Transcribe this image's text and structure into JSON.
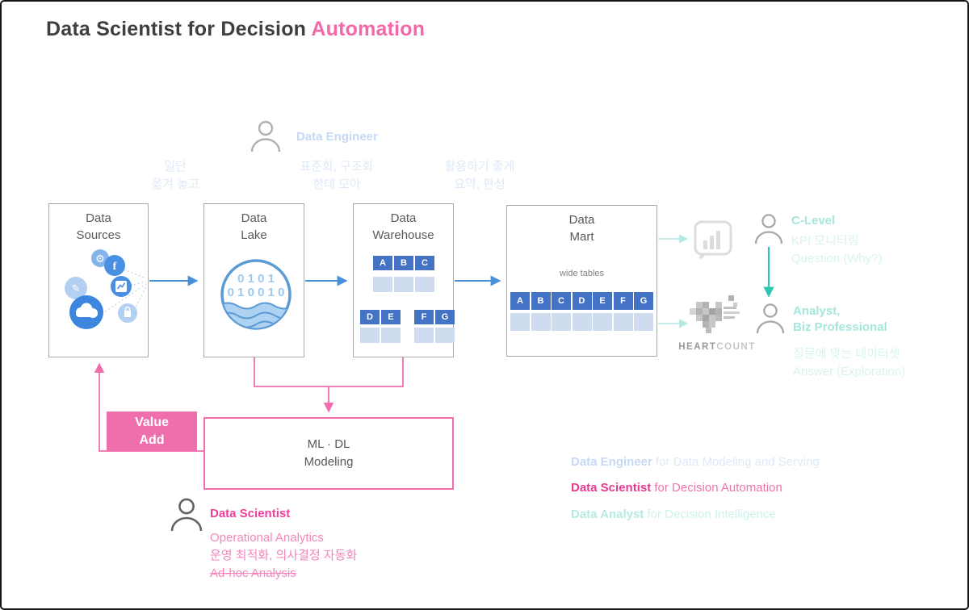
{
  "title": {
    "prefix": "Data Scientist for Decision ",
    "highlight": "Automation"
  },
  "colors": {
    "title_dark": "#3f3f3f",
    "pink": "#f06eae",
    "pink_strong": "#e83a93",
    "blue_arrow": "#4a90d9",
    "table_header_blue": "#4472c4",
    "table_cell_blue": "#cfdcf0",
    "light_blue_text": "#c6d9f4",
    "lighter_blue_text": "#dde9f8",
    "teal_text": "#a5e6dd",
    "light_teal_text": "#d8f4f0",
    "teal_arrow": "#2dc5b2",
    "light_teal_line": "#b3e9e2",
    "box_border": "#a9a9a9"
  },
  "engineer": {
    "label": "Data Engineer",
    "notes": [
      {
        "l1": "일단",
        "l2": "옮겨 놓고"
      },
      {
        "l1": "표준화, 구조화",
        "l2": "한데 모아"
      },
      {
        "l1": "활용하기 좋게",
        "l2": "요약, 편성"
      }
    ]
  },
  "pipeline": {
    "sources": {
      "t1": "Data",
      "t2": "Sources"
    },
    "lake": {
      "t1": "Data",
      "t2": "Lake",
      "b1": "0 1 0 1",
      "b2": "0 1 0 0 1 0"
    },
    "warehouse": {
      "t1": "Data",
      "t2": "Warehouse",
      "row1": [
        "A",
        "B",
        "C"
      ],
      "row2a": [
        "D",
        "E"
      ],
      "row2b": [
        "F",
        "G"
      ]
    },
    "mart": {
      "t1": "Data",
      "t2": "Mart",
      "caption": "wide tables",
      "cols": [
        "A",
        "B",
        "C",
        "D",
        "E",
        "F",
        "G"
      ]
    }
  },
  "right": {
    "clevel": {
      "name": "C-Level",
      "kr": "KPI 모니터링",
      "en": "Question  (Why?)"
    },
    "heartcount": {
      "part1": "HEART",
      "part2": "COUNT"
    },
    "analyst": {
      "name1": "Analyst,",
      "name2": "Biz Professional",
      "kr": "질문에 맞는 데이터셋",
      "en": "Answer (Exploration)"
    }
  },
  "ml": {
    "l1": "ML · DL",
    "l2": "Modeling"
  },
  "value_add": {
    "l1": "Value",
    "l2": "Add"
  },
  "scientist": {
    "name": "Data Scientist",
    "l1": "Operational Analytics",
    "l2": "운영 최적화, 의사결정 자동화",
    "l3": "Ad-hoc Analysis"
  },
  "legend": [
    {
      "bold": "Data Engineer",
      "rest": " for Data Modeling and Serving"
    },
    {
      "bold": "Data Scientist",
      "rest": " for Decision Automation"
    },
    {
      "bold": "Data Analyst",
      "rest": " for Decision Intelligence"
    }
  ]
}
